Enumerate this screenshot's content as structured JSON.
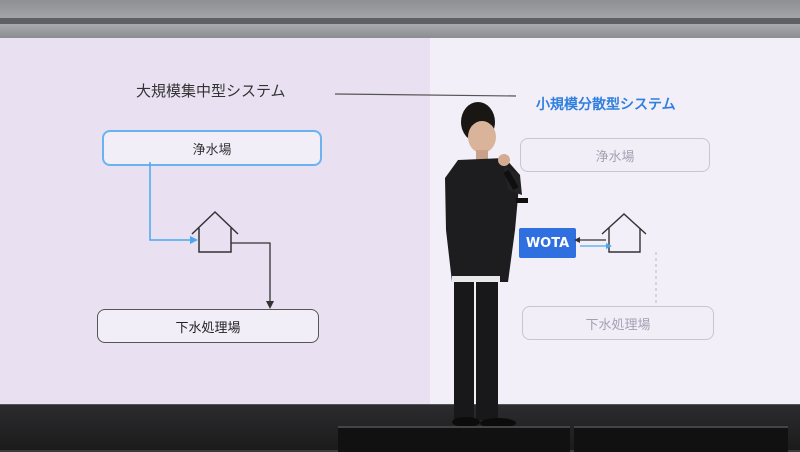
{
  "slide": {
    "left_title": "大規模集中型システム",
    "right_title": "小規模分散型システム",
    "left_water_plant": "浄水場",
    "left_sewage_plant": "下水処理場",
    "right_water_plant": "浄水場",
    "right_sewage_plant": "下水処理場",
    "brand_badge": "WOTA"
  },
  "colors": {
    "left_panel": "#e9e1f2",
    "right_panel": "#f3eff8",
    "accent_blue": "#2f7fde",
    "badge_blue": "#2f6fe0"
  },
  "icons": [
    "house-icon-left",
    "house-icon-right",
    "arrow-right",
    "bidirectional-arrow"
  ]
}
